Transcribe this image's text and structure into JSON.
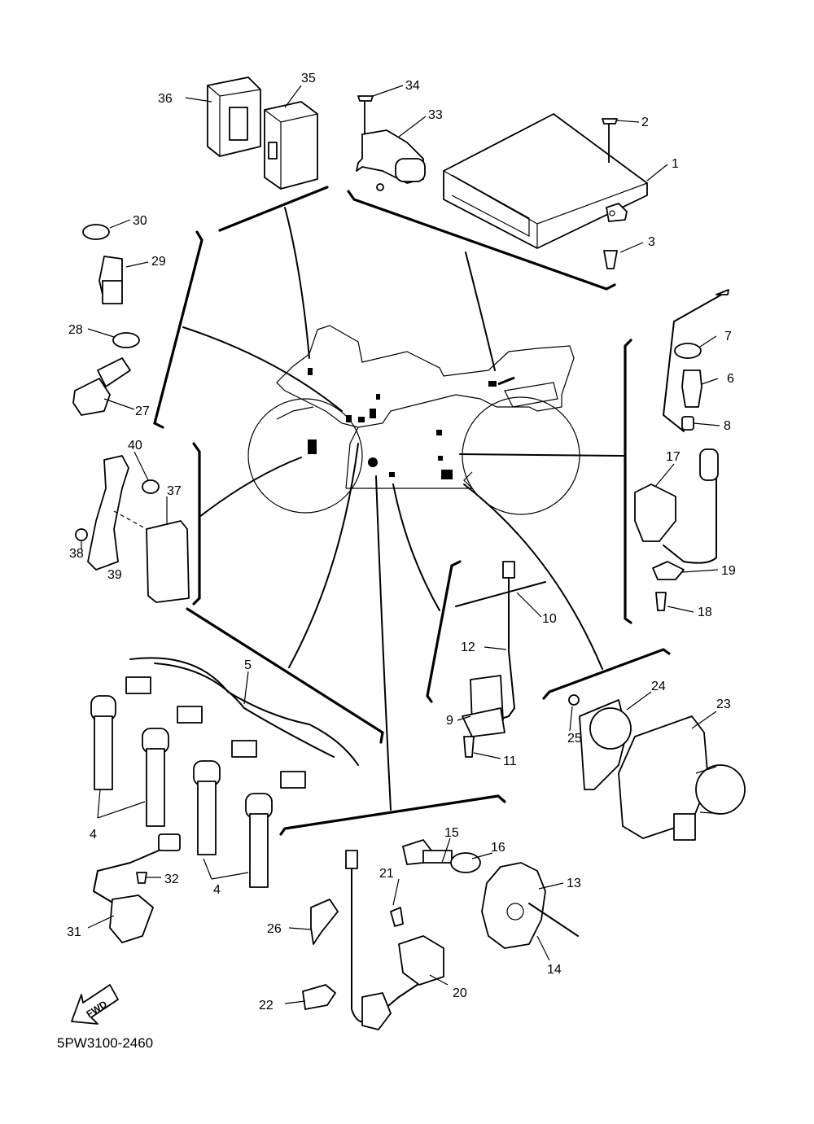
{
  "diagram": {
    "code": "5PW3100-2460",
    "fwd_label": "FWD",
    "labels": [
      {
        "id": "p1",
        "text": "1"
      },
      {
        "id": "p2",
        "text": "2"
      },
      {
        "id": "p3",
        "text": "3"
      },
      {
        "id": "p4a",
        "text": "4"
      },
      {
        "id": "p4b",
        "text": "4"
      },
      {
        "id": "p5",
        "text": "5"
      },
      {
        "id": "p6",
        "text": "6"
      },
      {
        "id": "p7",
        "text": "7"
      },
      {
        "id": "p8",
        "text": "8"
      },
      {
        "id": "p9",
        "text": "9"
      },
      {
        "id": "p10",
        "text": "10"
      },
      {
        "id": "p11",
        "text": "11"
      },
      {
        "id": "p12",
        "text": "12"
      },
      {
        "id": "p13",
        "text": "13"
      },
      {
        "id": "p14",
        "text": "14"
      },
      {
        "id": "p15",
        "text": "15"
      },
      {
        "id": "p16",
        "text": "16"
      },
      {
        "id": "p17",
        "text": "17"
      },
      {
        "id": "p18",
        "text": "18"
      },
      {
        "id": "p19",
        "text": "19"
      },
      {
        "id": "p20",
        "text": "20"
      },
      {
        "id": "p21",
        "text": "21"
      },
      {
        "id": "p22",
        "text": "22"
      },
      {
        "id": "p23",
        "text": "23"
      },
      {
        "id": "p24",
        "text": "24"
      },
      {
        "id": "p25",
        "text": "25"
      },
      {
        "id": "p26",
        "text": "26"
      },
      {
        "id": "p27",
        "text": "27"
      },
      {
        "id": "p28",
        "text": "28"
      },
      {
        "id": "p29",
        "text": "29"
      },
      {
        "id": "p30",
        "text": "30"
      },
      {
        "id": "p31",
        "text": "31"
      },
      {
        "id": "p32",
        "text": "32"
      },
      {
        "id": "p33",
        "text": "33"
      },
      {
        "id": "p34",
        "text": "34"
      },
      {
        "id": "p35",
        "text": "35"
      },
      {
        "id": "p36",
        "text": "36"
      },
      {
        "id": "p37",
        "text": "37"
      },
      {
        "id": "p38",
        "text": "38"
      },
      {
        "id": "p39",
        "text": "39"
      },
      {
        "id": "p40",
        "text": "40"
      }
    ]
  }
}
